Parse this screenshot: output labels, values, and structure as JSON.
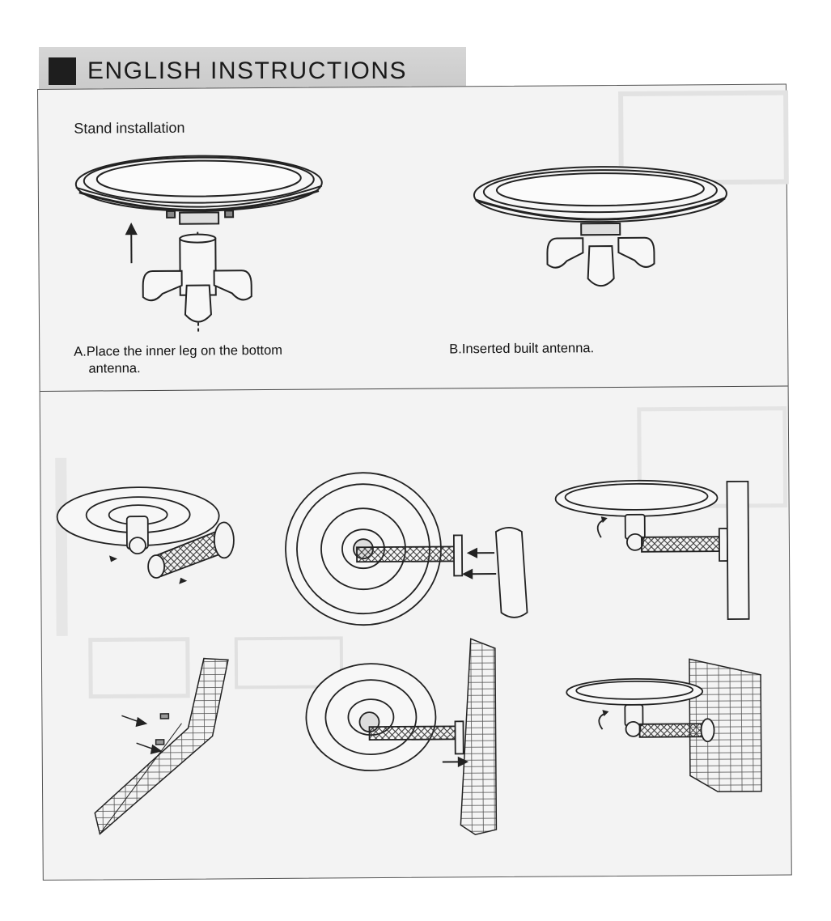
{
  "header": {
    "title": "ENGLISH INSTRUCTIONS"
  },
  "stand_installation": {
    "label": "Stand installation",
    "step_a": {
      "line1": "A.Place the inner leg on the bottom",
      "line2": "antenna."
    },
    "step_b": {
      "caption": "B.Inserted built antenna."
    }
  },
  "colors": {
    "panel": "#f3f3f3",
    "header_band": "#cfcfcf",
    "ink": "#1a1a1a"
  },
  "icons": [
    "antenna-dish-icon",
    "tripod-stand-icon",
    "arrow-up-icon",
    "pole-mount-icon",
    "brick-wall-icon",
    "mounting-bracket-icon"
  ]
}
